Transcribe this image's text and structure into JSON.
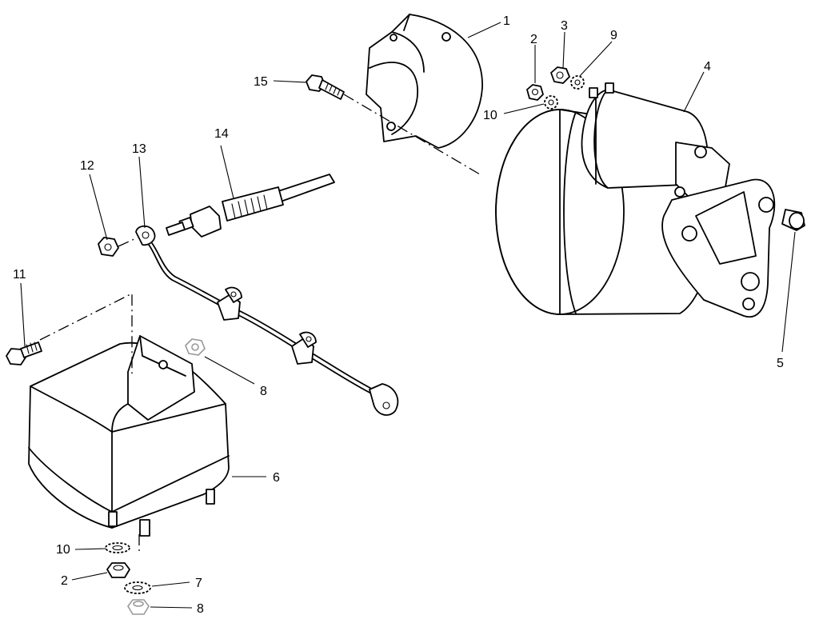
{
  "callouts": {
    "c1": "1",
    "c2a": "2",
    "c3": "3",
    "c9": "9",
    "c4": "4",
    "c10a": "10",
    "c15": "15",
    "c14": "14",
    "c13": "13",
    "c12": "12",
    "c11": "11",
    "c8a": "8",
    "c6": "6",
    "c5": "5",
    "c10b": "10",
    "c2b": "2",
    "c7": "7",
    "c8b": "8"
  }
}
